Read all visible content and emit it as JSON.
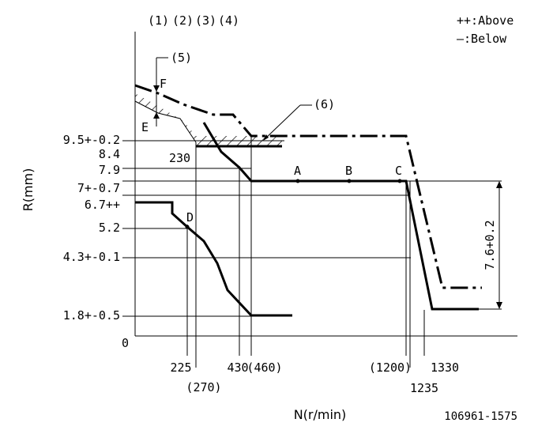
{
  "column_labels": [
    "(1)",
    "(2)",
    "(3)",
    "(4)"
  ],
  "legend": {
    "above": "++:Above",
    "below": "—:Below"
  },
  "axes": {
    "y_label": "R(mm)",
    "x_label": "N(r/min)",
    "origin": "0"
  },
  "y_ticks": [
    "9.5+-0.2",
    "8.4",
    "7.9",
    "7+-0.7",
    "6.7++",
    "5.2",
    "4.3+-0.1",
    "1.8+-0.5"
  ],
  "x_ticks": [
    "225",
    "(270)",
    "430",
    "(460)",
    "(1200)",
    "1235",
    "1330"
  ],
  "annotations": {
    "label_5": "(5)",
    "label_6": "(6)",
    "point_F": "F",
    "point_E": "E",
    "point_D": "D",
    "point_A": "A",
    "point_B": "B",
    "point_C": "C",
    "value_230": "230",
    "range_label": "7.6+0.2"
  },
  "figure_id": "106961-1575"
}
